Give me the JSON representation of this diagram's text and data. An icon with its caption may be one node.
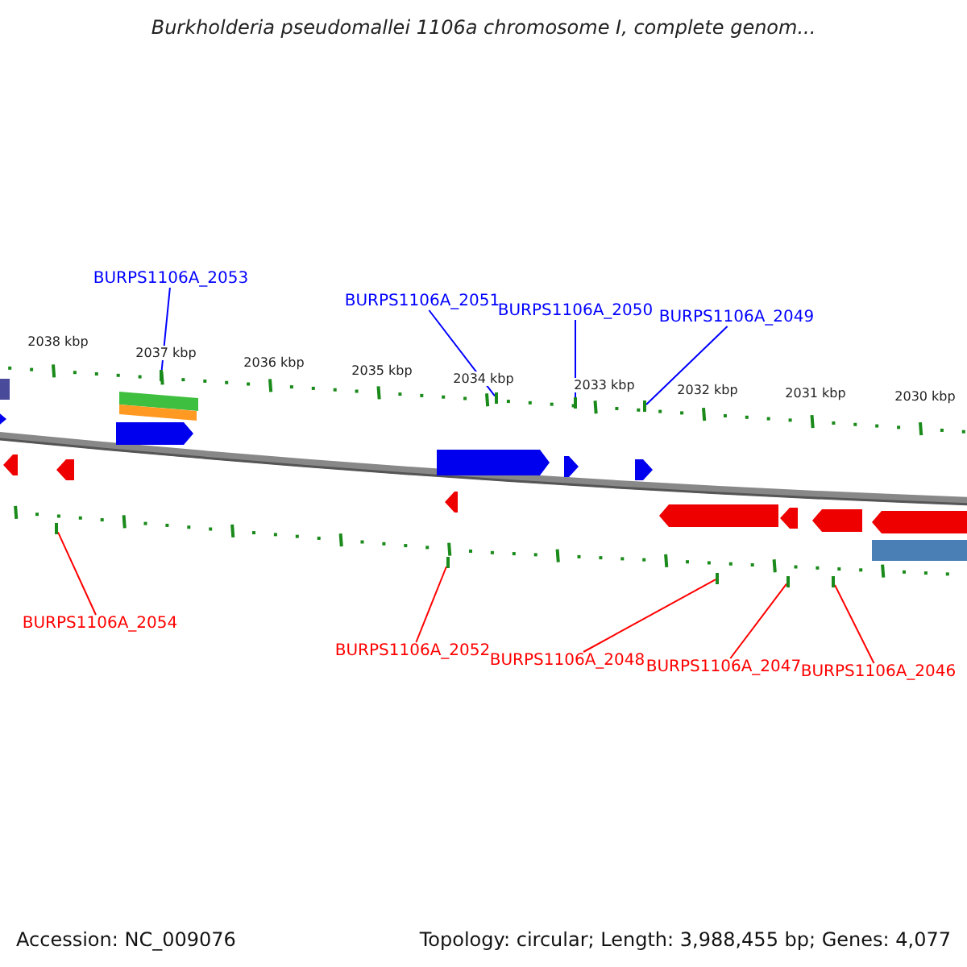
{
  "diagram": {
    "title": "Burkholderia pseudomallei 1106a chromosome I, complete genom...",
    "nodes": [
      {
        "text": [
          "BURPS1106A_2053"
        ]
      },
      {
        "text": [
          "BURPS1106A_2051"
        ]
      },
      {
        "text": [
          "BURPS1106A_2050"
        ]
      },
      {
        "text": [
          "BURPS1106A_2049"
        ]
      },
      {
        "text": [
          "BURPS1106A_2054"
        ]
      },
      {
        "text": [
          "BURPS1106A_2052"
        ]
      },
      {
        "text": [
          "BURPS1106A_2048"
        ]
      },
      {
        "text": [
          "BURPS1106A_2047"
        ]
      },
      {
        "text": [
          "BURPS1106A_2046"
        ]
      },
      {
        "text": [],
        "shape": "bar"
      },
      {
        "text": [],
        "shape": "bar"
      },
      {
        "text": [],
        "shape": "bar"
      },
      {
        "text": [],
        "shape": "bar"
      },
      {
        "text": [],
        "shape": "bar"
      },
      {
        "text": [],
        "shape": "bar"
      },
      {
        "text": [],
        "shape": "bar"
      },
      {
        "text": [],
        "shape": "bar"
      },
      {
        "text": [],
        "shape": "bar"
      }
    ],
    "edges": [
      {
        "from": 0,
        "to": 9,
        "arrow": "none",
        "color": "#0000ff"
      },
      {
        "from": 1,
        "to": 10,
        "arrow": "none",
        "color": "#0000ff"
      },
      {
        "from": 2,
        "to": 11,
        "arrow": "none",
        "color": "#0000ff"
      },
      {
        "from": 3,
        "to": 12,
        "arrow": "none",
        "color": "#0000ff"
      },
      {
        "from": 4,
        "to": 13,
        "arrow": "none"
      },
      {
        "from": 5,
        "to": 14,
        "arrow": "none"
      },
      {
        "from": 6,
        "to": 15,
        "arrow": "none"
      },
      {
        "from": 7,
        "to": 16,
        "arrow": "none"
      },
      {
        "from": 8,
        "to": 17,
        "arrow": "none"
      }
    ],
    "labels": [
      "2038 kbp",
      "2037 kbp",
      "2036 kbp",
      "2035 kbp",
      "2034 kbp",
      "2033 kbp",
      "2032 kbp",
      "2031 kbp",
      "2030 kbp",
      "Accession: NC_009076",
      "Topology: circular; Length: 3,988,455 bp; Genes: 4,077"
    ]
  }
}
